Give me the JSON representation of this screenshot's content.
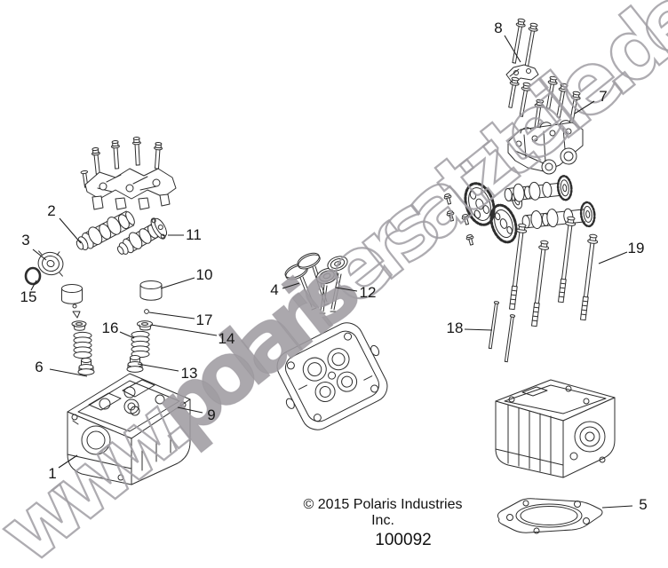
{
  "watermark": {
    "prefix": "www.",
    "brand": "polaris",
    "suffix": "ersatzteile",
    "tld": ".de",
    "outline_color": "#a09da3",
    "solid_color": "#9f9ca2"
  },
  "callouts": {
    "labels": [
      "1",
      "2",
      "3",
      "4",
      "5",
      "6",
      "7",
      "8",
      "9",
      "10",
      "11",
      "12",
      "13",
      "14",
      "15",
      "16",
      "17",
      "18",
      "19"
    ]
  },
  "footer": {
    "copyright": "© 2015 Polaris Industries Inc.",
    "part_number": "100092"
  },
  "diagram": {
    "ink_color": "#2e2e2e",
    "background_color": "#ffffff"
  }
}
